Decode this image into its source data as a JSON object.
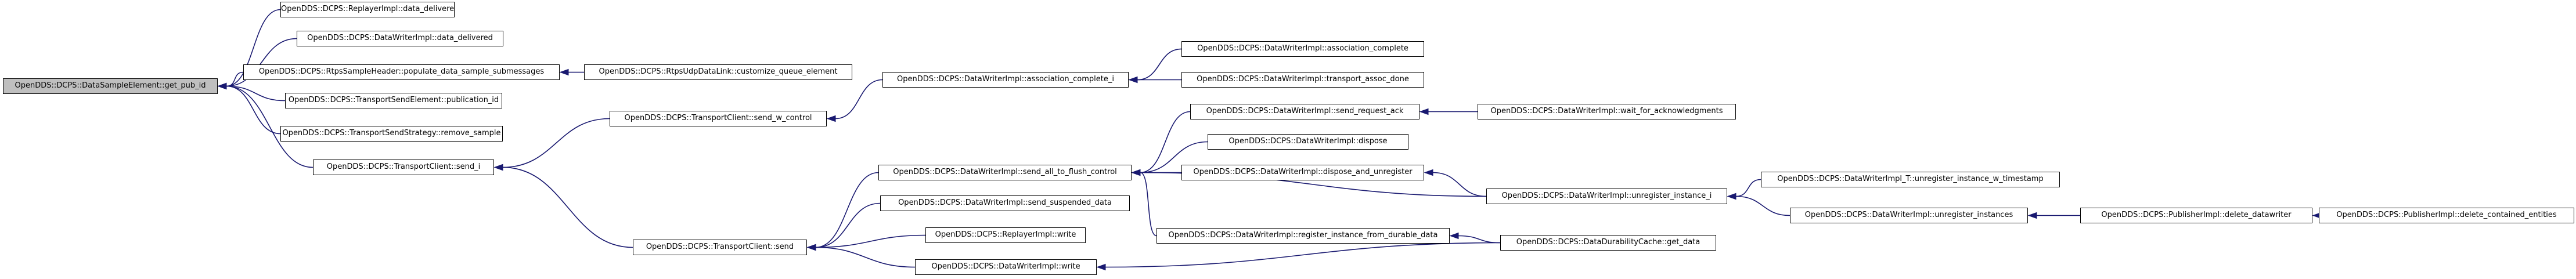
{
  "graph": {
    "root": {
      "label": "OpenDDS::DCPS::DataSampleElement::get_pub_id"
    },
    "nodes": {
      "replayer_data_delivered": {
        "label": "OpenDDS::DCPS::ReplayerImpl::data_delivered"
      },
      "writer_data_delivered": {
        "label": "OpenDDS::DCPS::DataWriterImpl::data_delivered"
      },
      "rtps_populate": {
        "label": "OpenDDS::DCPS::RtpsSampleHeader::populate_data_sample_submessages"
      },
      "rtps_customize": {
        "label": "OpenDDS::DCPS::RtpsUdpDataLink::customize_queue_element"
      },
      "tse_publication_id": {
        "label": "OpenDDS::DCPS::TransportSendElement::publication_id"
      },
      "tss_remove_sample": {
        "label": "OpenDDS::DCPS::TransportSendStrategy::remove_sample"
      },
      "tc_send_i": {
        "label": "OpenDDS::DCPS::TransportClient::send_i"
      },
      "tc_send_w_control": {
        "label": "OpenDDS::DCPS::TransportClient::send_w_control"
      },
      "dw_association_complete_i": {
        "label": "OpenDDS::DCPS::DataWriterImpl::association_complete_i"
      },
      "dw_association_complete": {
        "label": "OpenDDS::DCPS::DataWriterImpl::association_complete"
      },
      "dw_transport_assoc_done": {
        "label": "OpenDDS::DCPS::DataWriterImpl::transport_assoc_done"
      },
      "tc_send": {
        "label": "OpenDDS::DCPS::TransportClient::send"
      },
      "dw_send_all_to_flush_control": {
        "label": "OpenDDS::DCPS::DataWriterImpl::send_all_to_flush_control"
      },
      "dw_send_request_ack": {
        "label": "OpenDDS::DCPS::DataWriterImpl::send_request_ack"
      },
      "dw_wait_for_acknowledgments": {
        "label": "OpenDDS::DCPS::DataWriterImpl::wait_for_acknowledgments"
      },
      "dw_dispose": {
        "label": "OpenDDS::DCPS::DataWriterImpl::dispose"
      },
      "dw_dispose_and_unregister": {
        "label": "OpenDDS::DCPS::DataWriterImpl::dispose_and_unregister"
      },
      "dw_unregister_instance_i": {
        "label": "OpenDDS::DCPS::DataWriterImpl::unregister_instance_i"
      },
      "dwt_unregister_instance_w_timestamp": {
        "label": "OpenDDS::DCPS::DataWriterImpl_T::unregister_instance_w_timestamp"
      },
      "dw_unregister_instances": {
        "label": "OpenDDS::DCPS::DataWriterImpl::unregister_instances"
      },
      "pub_delete_datawriter": {
        "label": "OpenDDS::DCPS::PublisherImpl::delete_datawriter"
      },
      "pub_delete_contained_entities": {
        "label": "OpenDDS::DCPS::PublisherImpl::delete_contained_entities"
      },
      "dw_send_suspended_data": {
        "label": "OpenDDS::DCPS::DataWriterImpl::send_suspended_data"
      },
      "replayer_write": {
        "label": "OpenDDS::DCPS::ReplayerImpl::write"
      },
      "dw_write": {
        "label": "OpenDDS::DCPS::DataWriterImpl::write"
      },
      "dw_register_instance_from_durable_data": {
        "label": "OpenDDS::DCPS::DataWriterImpl::register_instance_from_durable_data"
      },
      "ddc_get_data": {
        "label": "OpenDDS::DCPS::DataDurabilityCache::get_data"
      }
    }
  },
  "colors": {
    "edge": "#191970",
    "node_border": "#000000",
    "node_fill": "#ffffff",
    "root_fill": "#bfbfbf",
    "text": "#000000"
  }
}
